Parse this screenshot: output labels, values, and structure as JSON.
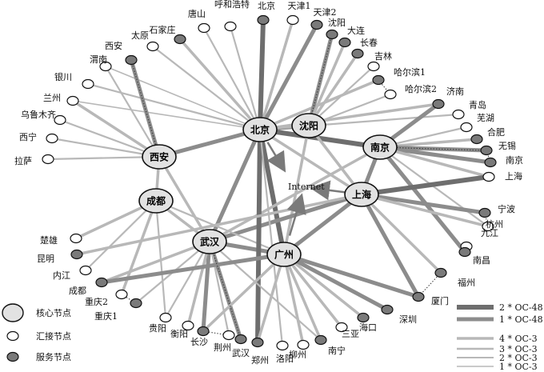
{
  "diagram": {
    "internet_label": "Internet",
    "colors": {
      "line_oc48_2": "#6e6e6e",
      "line_oc48_1": "#8c8c8c",
      "line_oc3": "#b8b8b8",
      "core_fill": "#e2e2e2",
      "service_fill": "#7a7a7a",
      "ring": "#bdbdbd"
    },
    "core_nodes": [
      {
        "id": "beijing",
        "label": "北京"
      },
      {
        "id": "shenyang",
        "label": "沈阳"
      },
      {
        "id": "nanjing",
        "label": "南京"
      },
      {
        "id": "shanghai",
        "label": "上海"
      },
      {
        "id": "xian",
        "label": "西安"
      },
      {
        "id": "chengdu",
        "label": "成都"
      },
      {
        "id": "wuhan",
        "label": "武汉"
      },
      {
        "id": "guangzhou",
        "label": "广州"
      }
    ],
    "edge_nodes": [
      {
        "id": "tangshan",
        "label": "唐山",
        "type": "aggregation"
      },
      {
        "id": "huhehaote",
        "label": "呼和浩特",
        "type": "aggregation"
      },
      {
        "id": "beijing_s",
        "label": "北京",
        "type": "service"
      },
      {
        "id": "tianjin1",
        "label": "天津1",
        "type": "aggregation"
      },
      {
        "id": "tianjin2",
        "label": "天津2",
        "type": "service"
      },
      {
        "id": "shenyang_s",
        "label": "沈阳",
        "type": "service"
      },
      {
        "id": "dalian",
        "label": "大连",
        "type": "service"
      },
      {
        "id": "changchun",
        "label": "长春",
        "type": "service"
      },
      {
        "id": "jilin",
        "label": "吉林",
        "type": "aggregation"
      },
      {
        "id": "haerbin1",
        "label": "哈尔滨1",
        "type": "service"
      },
      {
        "id": "haerbin2",
        "label": "哈尔滨2",
        "type": "aggregation"
      },
      {
        "id": "shijiazhuang",
        "label": "石家庄",
        "type": "service"
      },
      {
        "id": "taiyuan",
        "label": "太原",
        "type": "aggregation"
      },
      {
        "id": "xian_s",
        "label": "西安",
        "type": "service"
      },
      {
        "id": "weinan",
        "label": "渭南",
        "type": "aggregation"
      },
      {
        "id": "yinchuan",
        "label": "银川",
        "type": "aggregation"
      },
      {
        "id": "lanzhou",
        "label": "兰州",
        "type": "aggregation"
      },
      {
        "id": "wulumuqi",
        "label": "乌鲁木齐",
        "type": "aggregation"
      },
      {
        "id": "xining",
        "label": "西宁",
        "type": "aggregation"
      },
      {
        "id": "lasa",
        "label": "拉萨",
        "type": "aggregation"
      },
      {
        "id": "jinan",
        "label": "济南",
        "type": "service"
      },
      {
        "id": "qingdao",
        "label": "青岛",
        "type": "aggregation"
      },
      {
        "id": "wuhu",
        "label": "芜湖",
        "type": "aggregation"
      },
      {
        "id": "hefei",
        "label": "合肥",
        "type": "service"
      },
      {
        "id": "wuxi",
        "label": "无锡",
        "type": "service"
      },
      {
        "id": "nanjing_s",
        "label": "南京",
        "type": "service"
      },
      {
        "id": "shanghai_s",
        "label": "上海",
        "type": "aggregation"
      },
      {
        "id": "ningbo",
        "label": "宁波",
        "type": "service"
      },
      {
        "id": "hangzhou",
        "label": "杭州",
        "type": "aggregation"
      },
      {
        "id": "jiujiang",
        "label": "九江",
        "type": "aggregation"
      },
      {
        "id": "nanchang",
        "label": "南昌",
        "type": "service"
      },
      {
        "id": "fuzhou",
        "label": "福州",
        "type": "service"
      },
      {
        "id": "xiamen",
        "label": "厦门",
        "type": "service"
      },
      {
        "id": "chuxiong",
        "label": "楚雄",
        "type": "aggregation"
      },
      {
        "id": "kunming",
        "label": "昆明",
        "type": "service"
      },
      {
        "id": "neijiang",
        "label": "内江",
        "type": "aggregation"
      },
      {
        "id": "chengdu_s",
        "label": "成都",
        "type": "service"
      },
      {
        "id": "chongqing2",
        "label": "重庆2",
        "type": "aggregation"
      },
      {
        "id": "chongqing1",
        "label": "重庆1",
        "type": "service"
      },
      {
        "id": "guiyang",
        "label": "贵阳",
        "type": "aggregation"
      },
      {
        "id": "hengyang",
        "label": "衡阳",
        "type": "aggregation"
      },
      {
        "id": "changsha",
        "label": "长沙",
        "type": "service"
      },
      {
        "id": "jingzhou",
        "label": "荆州",
        "type": "aggregation"
      },
      {
        "id": "wuhan_s",
        "label": "武汉",
        "type": "service"
      },
      {
        "id": "zhengzhou",
        "label": "郑州",
        "type": "service"
      },
      {
        "id": "luoyang",
        "label": "洛阳",
        "type": "aggregation"
      },
      {
        "id": "liuzhou",
        "label": "柳州",
        "type": "aggregation"
      },
      {
        "id": "nanning",
        "label": "南宁",
        "type": "service"
      },
      {
        "id": "sanya",
        "label": "三亚",
        "type": "aggregation"
      },
      {
        "id": "haikou",
        "label": "海口",
        "type": "service"
      },
      {
        "id": "shenzhen",
        "label": "深圳",
        "type": "service"
      }
    ],
    "legend": {
      "nodes": [
        {
          "id": "core",
          "label": "核心节点"
        },
        {
          "id": "aggregation",
          "label": "汇接节点"
        },
        {
          "id": "service",
          "label": "服务节点"
        }
      ],
      "links": [
        {
          "id": "oc48x2",
          "label": "2 * OC-48"
        },
        {
          "id": "oc48x1",
          "label": "1 * OC-48"
        },
        {
          "id": "oc3x4",
          "label": "4 * OC-3"
        },
        {
          "id": "oc3x3",
          "label": "3 * OC-3"
        },
        {
          "id": "oc3x2",
          "label": "2 * OC-3"
        },
        {
          "id": "oc3x1",
          "label": "1 * OC-3"
        }
      ]
    }
  }
}
